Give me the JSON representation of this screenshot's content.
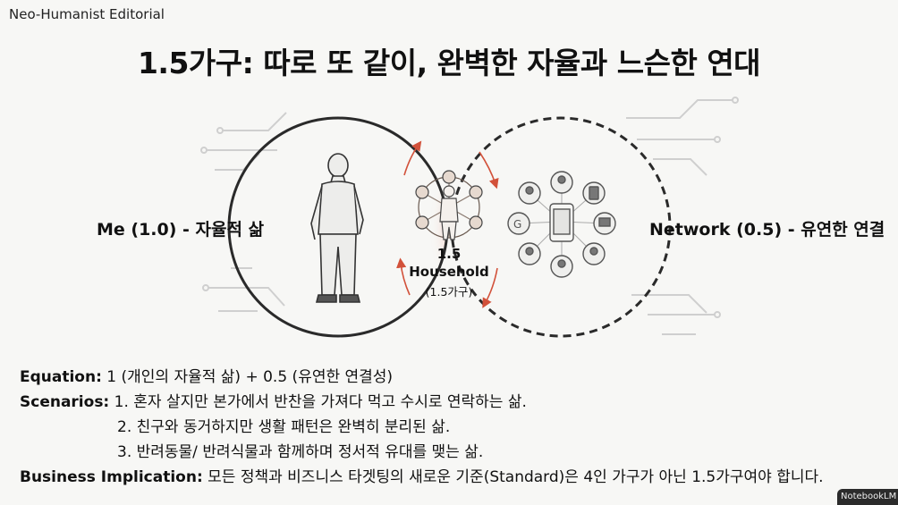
{
  "header": {
    "brand": "Neo-Humanist Editorial",
    "title": "1.5가구: 따로 또 같이, 완벽한 자율과 느슨한 연대"
  },
  "diagram": {
    "left_label": "Me (1.0) - 자율적 삶",
    "right_label": "Network (0.5) - 유연한 연결",
    "center_line1": "1.5",
    "center_line2": "Household",
    "center_line3": "(1.5가구)",
    "colors": {
      "overlap_fill": "#bfa593",
      "overlap_glow": "#f28b6d",
      "arrow": "#d2513a",
      "circle": "#2a2a2a"
    }
  },
  "body": {
    "equation_label": "Equation:",
    "equation_text": "1 (개인의 자율적 삶) + 0.5 (유연한 연결성)",
    "scenarios_label": "Scenarios:",
    "scenario_1": "1. 혼자 살지만 본가에서 반찬을 가져다 먹고 수시로 연락하는 삶.",
    "scenario_2": "2. 친구와 동거하지만 생활 패턴은 완벽히 분리된 삶.",
    "scenario_3": "3. 반려동물/ 반려식물과 함께하며 정서적 유대를 맺는 삶.",
    "implication_label": "Business Implication:",
    "implication_text": "모든 정책과 비즈니스 타겟팅의 새로운 기준(Standard)은 4인 가구가 아닌 1.5가구여야 합니다."
  },
  "watermark": "NotebookLM"
}
